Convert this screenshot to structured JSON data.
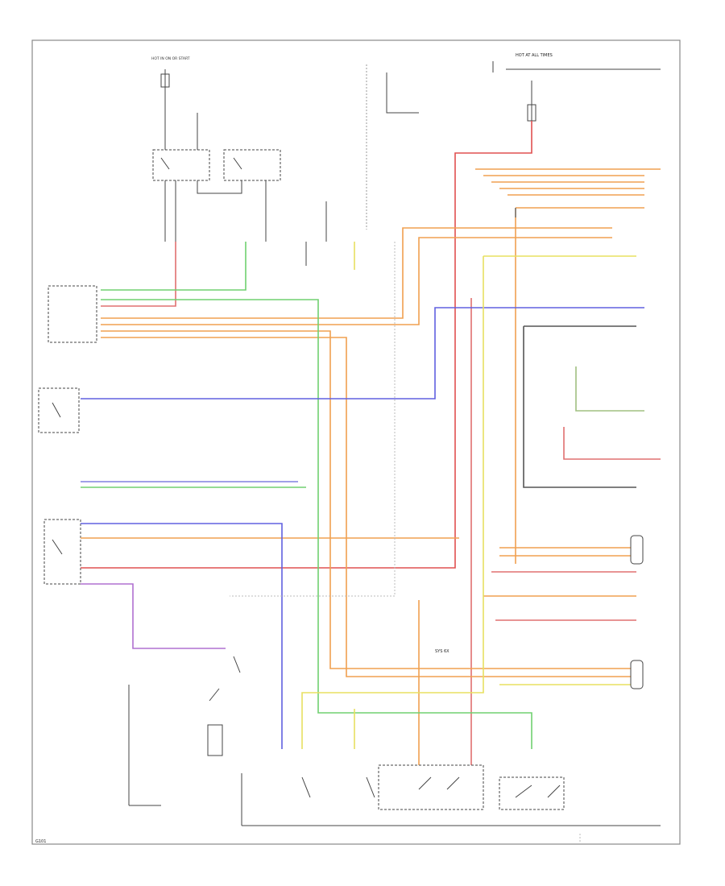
{
  "diagram": {
    "figure_id": "SYS 6X",
    "fuse_top_left": "HOT IN ON OR START",
    "fuse_top_right": "HOT AT ALL TIMES",
    "sheet_note": "G101"
  }
}
